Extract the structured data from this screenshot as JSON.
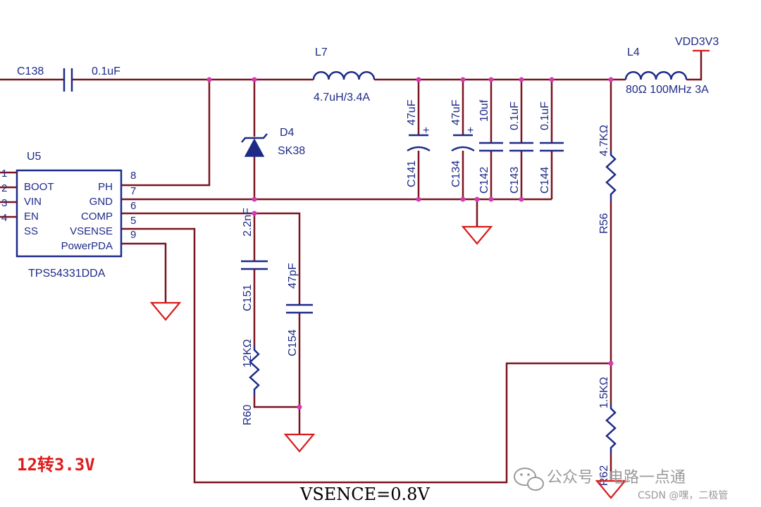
{
  "title": "12转3.3V",
  "feedback_note": "VSENCE=0.8V",
  "power_net": "VDD3V3",
  "ic": {
    "ref": "U5",
    "part": "TPS54331DDA",
    "left_pins": [
      {
        "num": "1",
        "name": "BOOT"
      },
      {
        "num": "2",
        "name": "VIN"
      },
      {
        "num": "3",
        "name": "EN"
      },
      {
        "num": "4",
        "name": "SS"
      }
    ],
    "right_pins": [
      {
        "num": "8",
        "name": "PH"
      },
      {
        "num": "7",
        "name": "GND"
      },
      {
        "num": "6",
        "name": "COMP"
      },
      {
        "num": "5",
        "name": "VSENSE"
      },
      {
        "num": "9",
        "name": "PowerPDA"
      }
    ]
  },
  "components": {
    "C138": {
      "ref": "C138",
      "value": "0.1uF"
    },
    "L7": {
      "ref": "L7",
      "value": "4.7uH/3.4A"
    },
    "D4": {
      "ref": "D4",
      "value": "SK38"
    },
    "L4": {
      "ref": "L4",
      "value": "80Ω 100MHz 3A"
    },
    "C141": {
      "ref": "C141",
      "value": "47uF"
    },
    "C134": {
      "ref": "C134",
      "value": "47uF"
    },
    "C142": {
      "ref": "C142",
      "value": "10uf"
    },
    "C143": {
      "ref": "C143",
      "value": "0.1uF"
    },
    "C144": {
      "ref": "C144",
      "value": "0.1uF"
    },
    "R56": {
      "ref": "R56",
      "value": "4.7KΩ"
    },
    "R62": {
      "ref": "R62",
      "value": "1.5KΩ"
    },
    "C151": {
      "ref": "C151",
      "value": "2.2nF"
    },
    "C154": {
      "ref": "C154",
      "value": "47pF"
    },
    "R60": {
      "ref": "R60",
      "value": "12KΩ"
    }
  },
  "polarity_mark": "+",
  "watermark": {
    "account": "公众号 · 电路一点通",
    "csdn": "CSDN @嘿，二极管"
  }
}
